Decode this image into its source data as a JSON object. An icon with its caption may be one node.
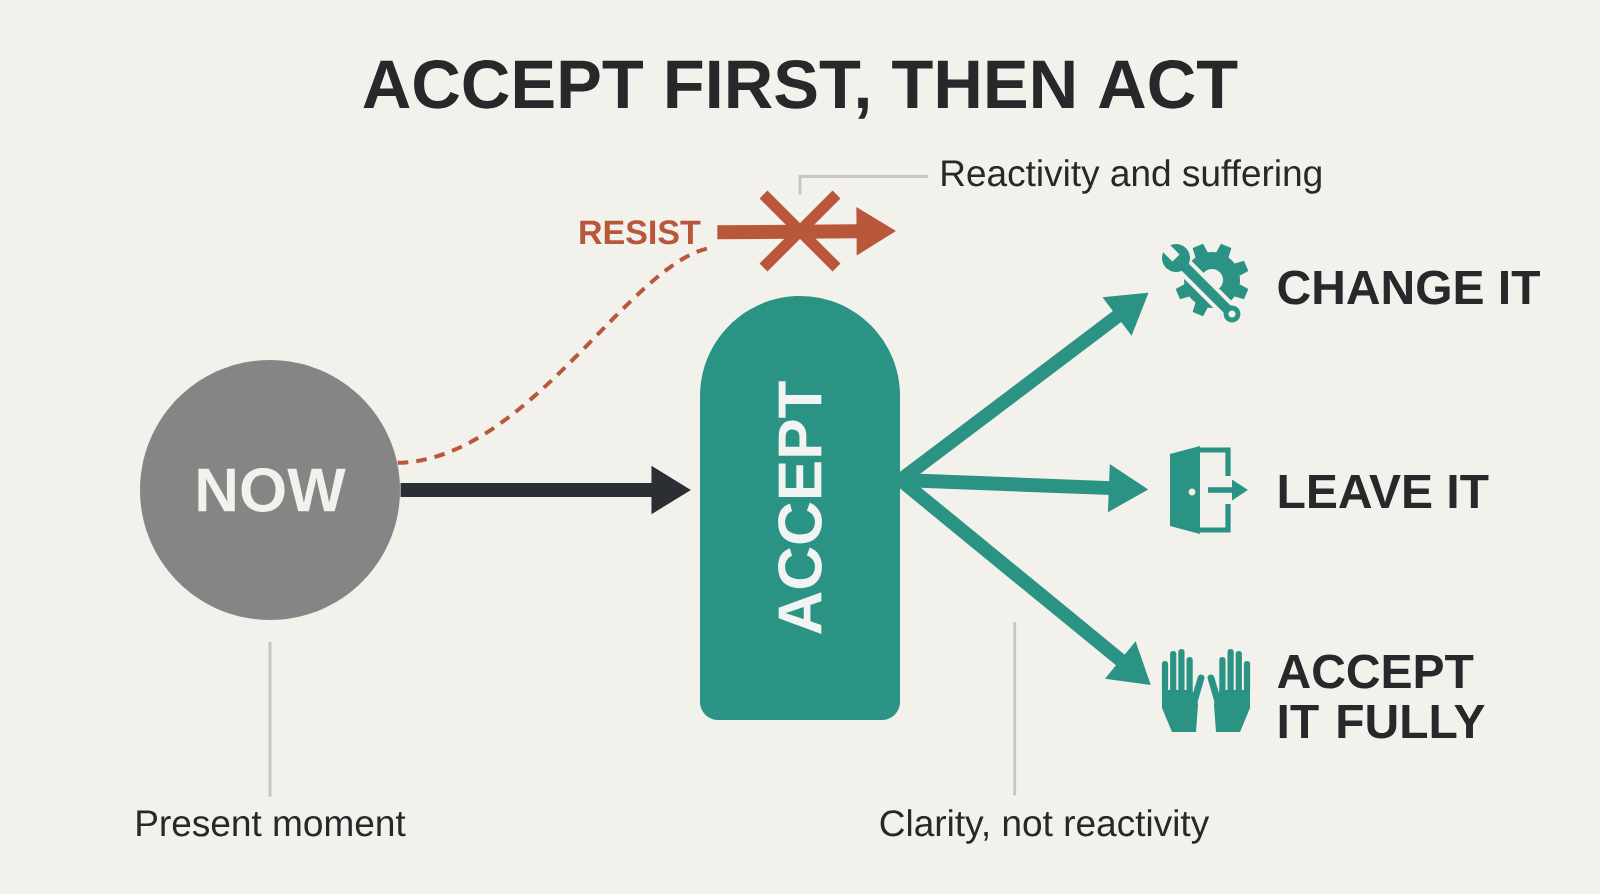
{
  "diagram": {
    "title": "ACCEPT FIRST, THEN ACT",
    "nodes": [
      {
        "text": [
          "RESIST"
        ]
      },
      {
        "text": [
          "Reactivity and suffering"
        ]
      },
      {
        "text": [
          "NOW"
        ]
      },
      {
        "text": [
          "ACCEPT"
        ]
      },
      {
        "text": [],
        "shape": "picture",
        "beside": [
          "CHANGE IT"
        ]
      },
      {
        "text": [],
        "shape": "picture",
        "beside": [
          "LEAVE IT"
        ]
      },
      {
        "text": [],
        "shape": "picture",
        "beside": [
          "ACCEPT IT FULLY"
        ]
      },
      {
        "text": [
          "Present moment"
        ]
      },
      {
        "text": [
          "Clarity, not reactivity"
        ]
      },
      {
        "text": [],
        "shape": "cross"
      }
    ],
    "edges": [
      {
        "from": 2,
        "to": 3,
        "arrow": "to",
        "color": "#2b2e33"
      },
      {
        "from": 3,
        "to": 4,
        "arrow": "to",
        "color": "#2a9384"
      },
      {
        "from": 3,
        "to": 5,
        "arrow": "to",
        "color": "#2a9384"
      },
      {
        "from": 3,
        "to": 6,
        "arrow": "to",
        "color": "#2a9384"
      },
      {
        "from": 2,
        "to": 0,
        "arrow": "none",
        "style": "dashed",
        "color": "#b9573a"
      },
      {
        "from": 0,
        "to": 9,
        "arrow": "to",
        "color": "#b9573a"
      },
      {
        "from": 1,
        "to": 9,
        "arrow": "none",
        "color": "#c7c6c0"
      },
      {
        "from": 7,
        "to": 2,
        "arrow": "none",
        "color": "#c7c6c0"
      },
      {
        "from": 8,
        "to": null,
        "arrow": "none",
        "color": "#c7c6c0"
      }
    ]
  }
}
